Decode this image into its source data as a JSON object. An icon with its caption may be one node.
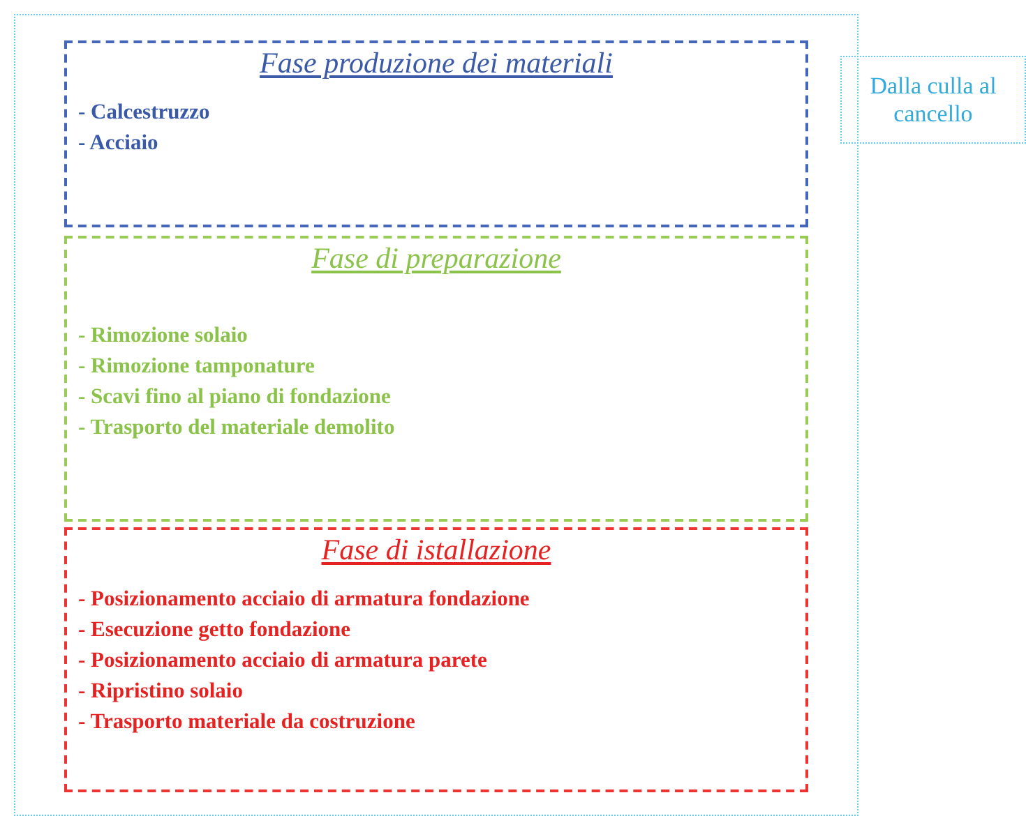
{
  "diagram": {
    "nodes": [
      {
        "text": [],
        "shape": "box"
      },
      {
        "text": [
          "Fase produzione dei materiali",
          "- Calcestruzzo",
          "- Acciaio"
        ],
        "in": 0
      },
      {
        "text": [
          "Fase di preparazione",
          "- Rimozione solaio",
          "- Rimozione tamponature",
          "- Scavi fino al piano di fondazione",
          "- Trasporto del materiale demolito"
        ],
        "in": 0
      },
      {
        "text": [
          "Fase di istallazione",
          "- Posizionamento acciaio di armatura fondazione",
          "- Esecuzione getto fondazione",
          "- Posizionamento acciaio di armatura parete",
          "- Ripristino solaio",
          "- Trasporto materiale da costruzione"
        ],
        "in": 0
      },
      {
        "text": [
          "Dalla culla al cancello"
        ]
      }
    ]
  }
}
